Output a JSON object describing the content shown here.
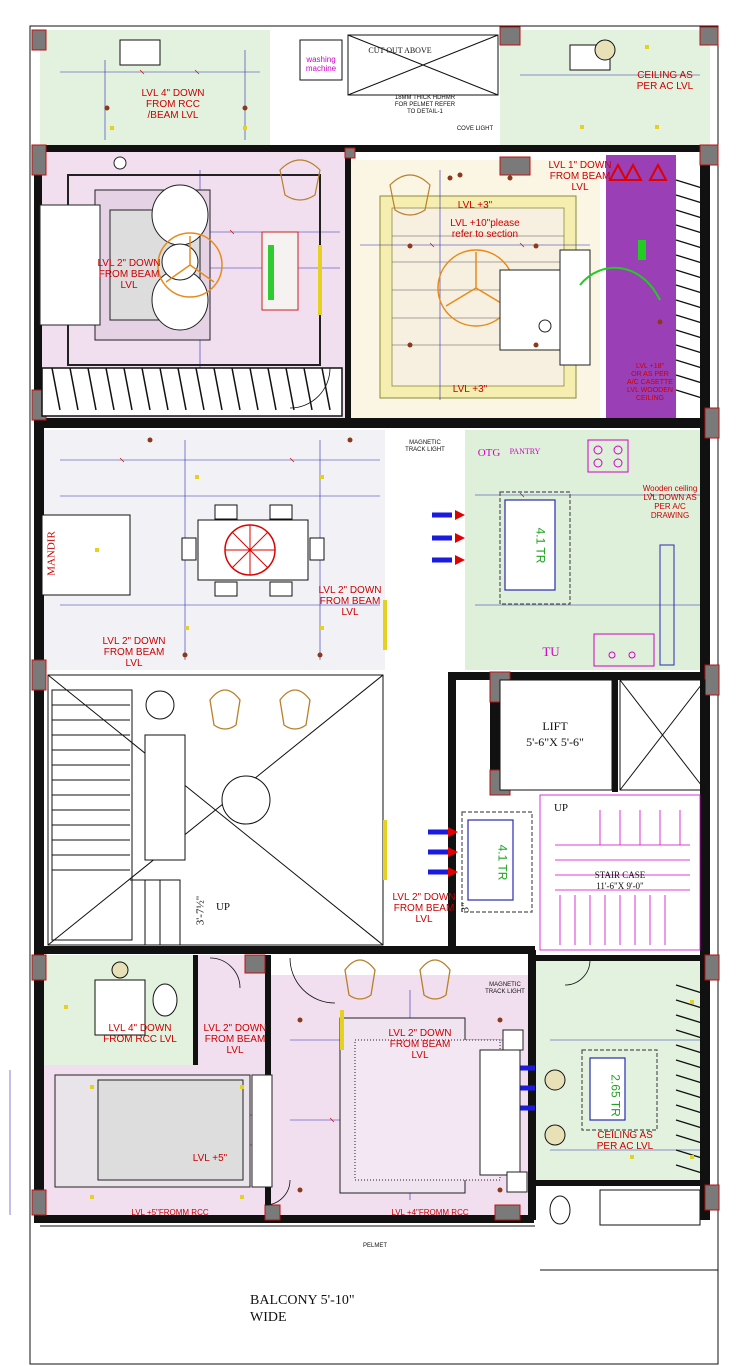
{
  "rooms": {
    "top_left_toilet_level": "LVL  4\" DOWN\nFROM RCC\n/BEAM LVL",
    "washing_machine": "washing\nmachine",
    "cut_out": "CUT OUT ABOVE",
    "hdhmr_note": "18MM THICK HDHMR\nFOR PELMET REFER\nTO DETAIL-1",
    "cove_light": "COVE LIGHT",
    "ceiling_ac_top": "CEILING AS\nPER AC LVL",
    "master_bed_level": "LVL  2\" DOWN\nFROM BEAM\nLVL",
    "lvl_plus3_top": "LVL +3\"",
    "lvl_plus10": "LVL  +10\"please\nrefer to section",
    "lvl_plus3_bottom": "LVL +3\"",
    "lvl_1_down": "LVL  1\" DOWN\nFROM BEAM\nLVL",
    "lvl_18": "LVL +18\"\nOR AS PER\nA/C CASETTE\nLVL WOODEN\nCEILING",
    "magnetic_track_top": "MAGNETIC\nTRACK LIGHT",
    "otg": "OTG",
    "pantry": "PANTRY",
    "wooden_ceiling": "Wooden ceiling\nLVL DOWN AS\nPER A/C\nDRAWING",
    "ac_tr_kitchen": "4.1 TR",
    "tu": "TU",
    "mandir": "MANDIR",
    "dining_level": "LVL  2\" DOWN\nFROM BEAM\nLVL",
    "living_level": "LVL  2\" DOWN\nFROM BEAM\nLVL",
    "lift": "LIFT\n5'-6\"X 5'-6\"",
    "up_stair": "UP",
    "staircase": "STAIR CASE\n11'-6\"X 9'-0\"",
    "ac_tr_passage": "4.1 TR",
    "passage_level": "LVL  2\" DOWN\nFROM BEAM\nLVL",
    "up_left": "UP",
    "stair_dim": "3'-7½\"",
    "dim_3": "3\"",
    "bl_toilet_level": "LVL  4\" DOWN\nFROM RCC LVL",
    "bl_passage_level": "LVL  2\" DOWN\nFROM BEAM\nLVL",
    "bedroom3_level": "LVL +5\"",
    "bedroom3_rcc": "LVL  +5\"FROMM RCC",
    "magnetic_track_bottom": "MAGNETIC\nTRACK LIGHT",
    "bedroom2_level": "LVL  2\" DOWN\nFROM BEAM\nLVL",
    "bedroom2_rcc": "LVL  +4\"FROMM RCC",
    "ac_tr_br": "2.65 TR",
    "ceiling_ac_bottom": "CEILING AS\nPER AC LVL",
    "pelmet": "PELMET",
    "balcony": "BALCONY 5'-10\"\nWIDE"
  },
  "colors": {
    "bedroom_fill": "#f1dff0",
    "toilet_fill": "#e2f2df",
    "dining_fill": "#f2f2f6",
    "kitchen_fill": "#dff0da",
    "ac_strip": "#9a3fb5",
    "wall": "#111111",
    "label_red": "#cc0000",
    "accent_magenta": "#d400c8",
    "accent_green": "#1fa51f",
    "fan_orange": "#e88a1a",
    "column": "#7a7a7a"
  },
  "icons": [
    "ceiling-fan-icon",
    "sofa-icon",
    "bed-icon",
    "dining-table-icon",
    "chair-icon",
    "ac-airflow-arrow-icon",
    "light-point-icon",
    "wc-icon",
    "washbasin-icon",
    "door-swing-icon",
    "stove-icon"
  ]
}
